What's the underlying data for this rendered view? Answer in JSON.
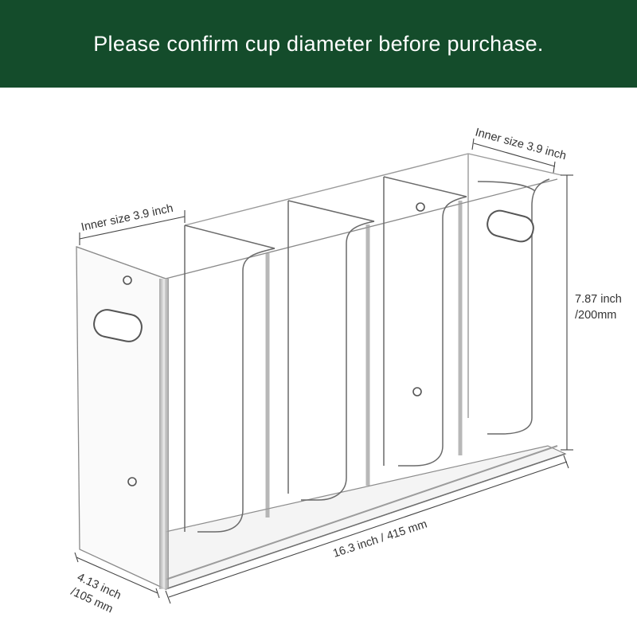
{
  "banner": {
    "text": "Please confirm cup diameter before purchase.",
    "background_color": "#144c2b",
    "text_color": "#ffffff"
  },
  "dimensions": {
    "inner_size_right": "Inner size 3.9 inch",
    "inner_size_left": "Inner size 3.9 inch",
    "height_inch": "7.87 inch",
    "height_mm": "/200mm",
    "length": "16.3 inch / 415 mm",
    "depth_inch": "4.13 inch",
    "depth_mm": "/105 mm"
  },
  "product": {
    "description_icon": "acrylic-cup-dispenser-organizer",
    "compartments": 4
  }
}
